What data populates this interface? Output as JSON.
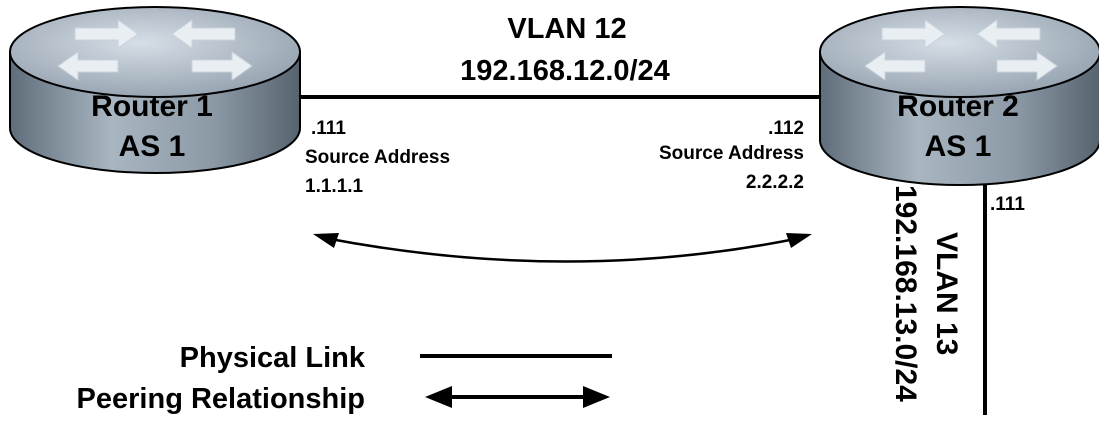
{
  "vlan12": {
    "name": "VLAN 12",
    "subnet": "192.168.12.0/24"
  },
  "router1": {
    "name": "Router 1",
    "as": "AS 1",
    "interface_ip": ".111",
    "source_label": "Source Address",
    "source_ip": "1.1.1.1"
  },
  "router2": {
    "name": "Router 2",
    "as": "AS 1",
    "interface_ip": ".112",
    "source_label": "Source Address",
    "source_ip": "2.2.2.2",
    "vlan13_interface_ip": ".111"
  },
  "vlan13": {
    "name": "VLAN 13",
    "subnet": "192.168.13.0/24"
  },
  "legend": {
    "physical": "Physical Link",
    "peering": "Peering Relationship"
  },
  "colors": {
    "router_top": "#b9c6d2",
    "router_side": "#7d8b98",
    "line": "#000000"
  },
  "icons": {
    "router": "router-arrows-icon"
  }
}
